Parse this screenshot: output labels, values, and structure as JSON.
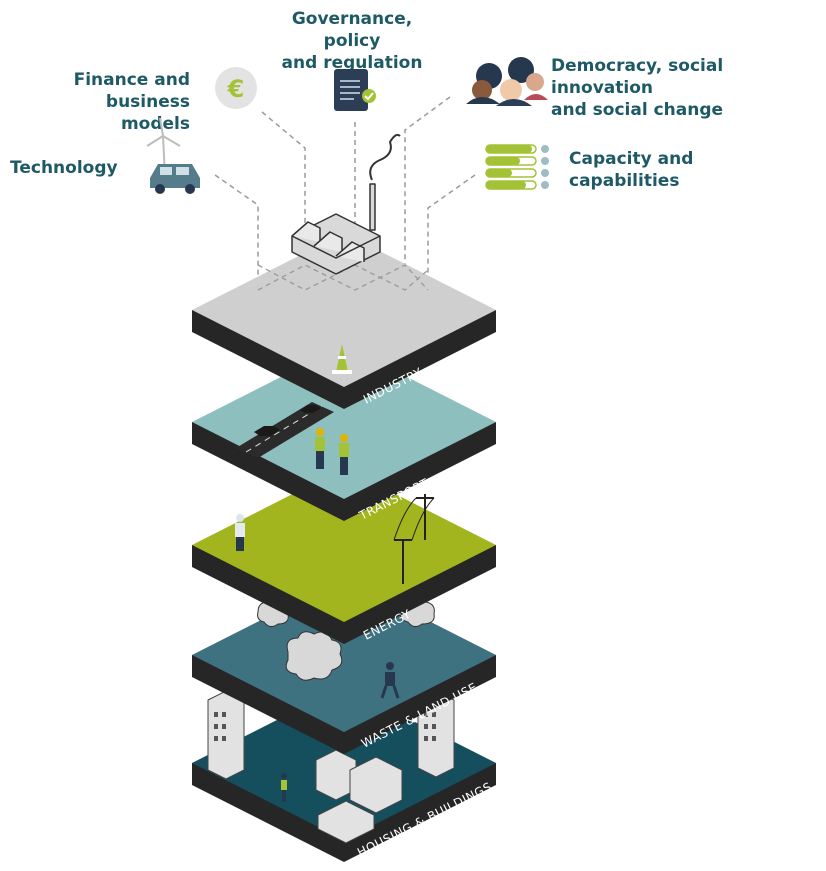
{
  "labels": {
    "governance": [
      "Governance, policy",
      "and regulation"
    ],
    "finance": [
      "Finance and",
      "business models"
    ],
    "democracy": [
      "Democracy, social innovation",
      "and social change"
    ],
    "technology": [
      "Technology"
    ],
    "capacity": [
      "Capacity and",
      "capabilities"
    ]
  },
  "layers": [
    {
      "name": "INDUSTRY",
      "color": "#cfcfcf"
    },
    {
      "name": "TRANSPORT",
      "color": "#8ebfbf"
    },
    {
      "name": "ENERGY",
      "color": "#a3b51e"
    },
    {
      "name": "WASTE & LAND USE",
      "color": "#3f7280"
    },
    {
      "name": "HOUSING & BUILDINGS",
      "color": "#154f5e"
    }
  ],
  "colors": {
    "label": "#1e5a66",
    "slab_side": "#262626",
    "accent_green": "#a3c235",
    "dashed_line": "#9a9a9a"
  },
  "icons": [
    "euro-icon",
    "document-check-icon",
    "people-icon",
    "car-wind-turbine-icon",
    "checklist-icon",
    "factory-icon"
  ]
}
